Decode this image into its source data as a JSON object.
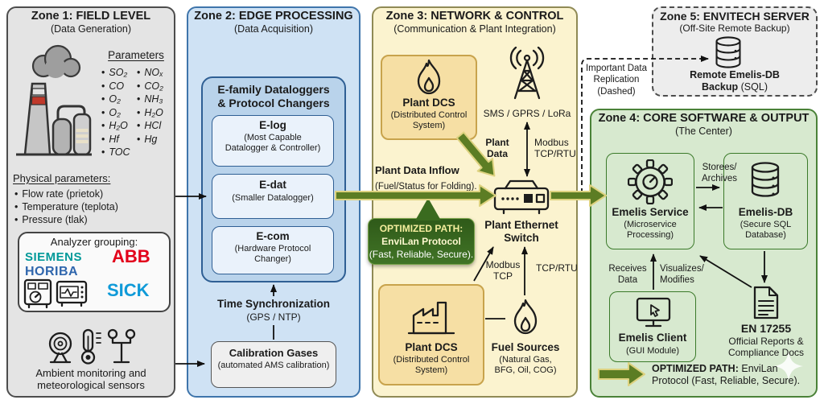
{
  "colors": {
    "zone1_bg": "#e4e4e4",
    "zone2_bg": "#cfe2f4",
    "zone2_inner_bg": "#b9d3eb",
    "zone3_bg": "#fbf3cf",
    "zone3_node_bg": "#f6dfa4",
    "zone4_bg": "#d7e9cf",
    "zone5_bg": "#ededed",
    "optimized_arrow_green": "#5c7d24",
    "callout_green": "#3a6b1f",
    "siemens": "#009999",
    "horiba": "#2f66ad",
    "abb": "#e2001a",
    "sick": "#0f9ad8"
  },
  "icons": {
    "factory-smokestack-icon": "smokestack with smoke and storage tanks",
    "analyzer-devices-icon": "two measurement instruments",
    "fan-sensor-icon": "ambient coil sensor",
    "thermometer-icon": "thermometer",
    "wind-sensor-icon": "meteorological sensor",
    "flame-icon": "flame",
    "antenna-icon": "radio tower with signal waves",
    "ethernet-switch-icon": "network switch device",
    "database-icon": "database cylinder",
    "gear-icon": "gear with gauge",
    "monitor-cursor-icon": "monitor with cursor",
    "document-icon": "report document",
    "factory-icon": "factory building",
    "sparkle-icon": "sparkle"
  },
  "zone1": {
    "title": "Zone 1: FIELD LEVEL",
    "subtitle": "(Data Generation)",
    "parameters_heading": "Parameters",
    "params_col1": [
      "SO₂",
      "CO",
      "O₂",
      "O₂",
      "H₂O",
      "Hf",
      "TOC"
    ],
    "params_col2": [
      "NOₓ",
      "CO₂",
      "NH₃",
      "H₂O",
      "HCl",
      "Hg"
    ],
    "physical_heading": "Physical parameters:",
    "physical_items": [
      "Flow rate (prietok)",
      "Temperature (teplota)",
      "Pressure (tlak)"
    ],
    "analyzer_heading": "Analyzer grouping:",
    "brands": {
      "siemens": "SIEMENS",
      "horiba": "HORIBA",
      "abb": "ABB",
      "sick": "SICK"
    },
    "ambient_caption_line1": "Ambient monitoring and",
    "ambient_caption_line2": "meteorological sensors"
  },
  "zone2": {
    "title": "Zone 2: EDGE PROCESSING",
    "subtitle": "(Data Acquisition)",
    "group_title_line1": "E-family Dataloggers",
    "group_title_line2": "& Protocol Changers",
    "elog_name": "E-log",
    "elog_desc_line1": "(Most Capable",
    "elog_desc_line2": "Datalogger & Controller)",
    "edat_name": "E-dat",
    "edat_desc": "(Smaller Datalogger)",
    "ecom_name": "E-com",
    "ecom_desc_line1": "(Hardware Protocol",
    "ecom_desc_line2": "Changer)",
    "timesync_title": "Time Synchronization",
    "timesync_subtitle": "(GPS / NTP)",
    "calibration_name": "Calibration Gases",
    "calibration_desc": "(automated AMS calibration)"
  },
  "zone3": {
    "title": "Zone 3: NETWORK & CONTROL",
    "subtitle": "(Communication & Plant Integration)",
    "dcs_top_name": "Plant DCS",
    "dcs_top_desc_line1": "(Distributed Control",
    "dcs_top_desc_line2": "System)",
    "comms_label": "SMS / GPRS / LoRa",
    "plant_data_line1": "Plant",
    "plant_data_line2": "Data",
    "modbus_rtu_line1": "Modbus",
    "modbus_rtu_line2": "TCP/RTU",
    "inflow_line1": "Plant Data Inflow",
    "inflow_line2": "(Fuel/Status for Folding).",
    "callout_line1": "OPTIMIZED PATH:",
    "callout_line2": "EnviLan Protocol",
    "callout_line3": "(Fast, Reliable, Secure).",
    "switch_line1": "Plant Ethernet",
    "switch_line2": "Switch",
    "modbus_tcp_line1": "Modbus",
    "modbus_tcp_line2": "TCP",
    "tcp_rtu_label": "TCP/RTU",
    "dcs_bottom_name": "Plant DCS",
    "dcs_bottom_desc_line1": "(Distributed Control",
    "dcs_bottom_desc_line2": "System)",
    "fuel_name": "Fuel Sources",
    "fuel_desc_line1": "(Natural Gas,",
    "fuel_desc_line2": "BFG, Oil, COG)"
  },
  "zone5": {
    "title": "Zone 5: ENVITECH SERVER",
    "subtitle": "(Off-Site Remote Backup)",
    "db_line1": "Remote Emelis-DB",
    "db_line2_bold": "Backup",
    "db_line2_normal": "(SQL)"
  },
  "replication_note": {
    "line1": "Important Data",
    "line2": "Replication",
    "line3": "(Dashed)"
  },
  "zone4": {
    "title": "Zone 4: CORE SOFTWARE & OUTPUT",
    "subtitle": "(The Center)",
    "service_name": "Emelis Service",
    "service_desc_line1": "(Microservice",
    "service_desc_line2": "Processing)",
    "db_name": "Emelis-DB",
    "db_desc_line1": "(Secure SQL",
    "db_desc_line2": "Database)",
    "stores_line1": "Storees/",
    "stores_line2": "Archives",
    "receives_line1": "Receives",
    "receives_line2": "Data",
    "visualizes_line1": "Visualizes/",
    "visualizes_line2": "Modifies",
    "client_name": "Emelis Client",
    "client_desc": "(GUI Module)",
    "report_name": "EN 17255",
    "report_desc_line1": "Official Reports &",
    "report_desc_line2": "Compliance Docs",
    "legend_bold": "OPTIMIZED PATH:",
    "legend_rest": "EnviLan",
    "legend_line2": "Protocol (Fast, Reliable, Secure)."
  }
}
